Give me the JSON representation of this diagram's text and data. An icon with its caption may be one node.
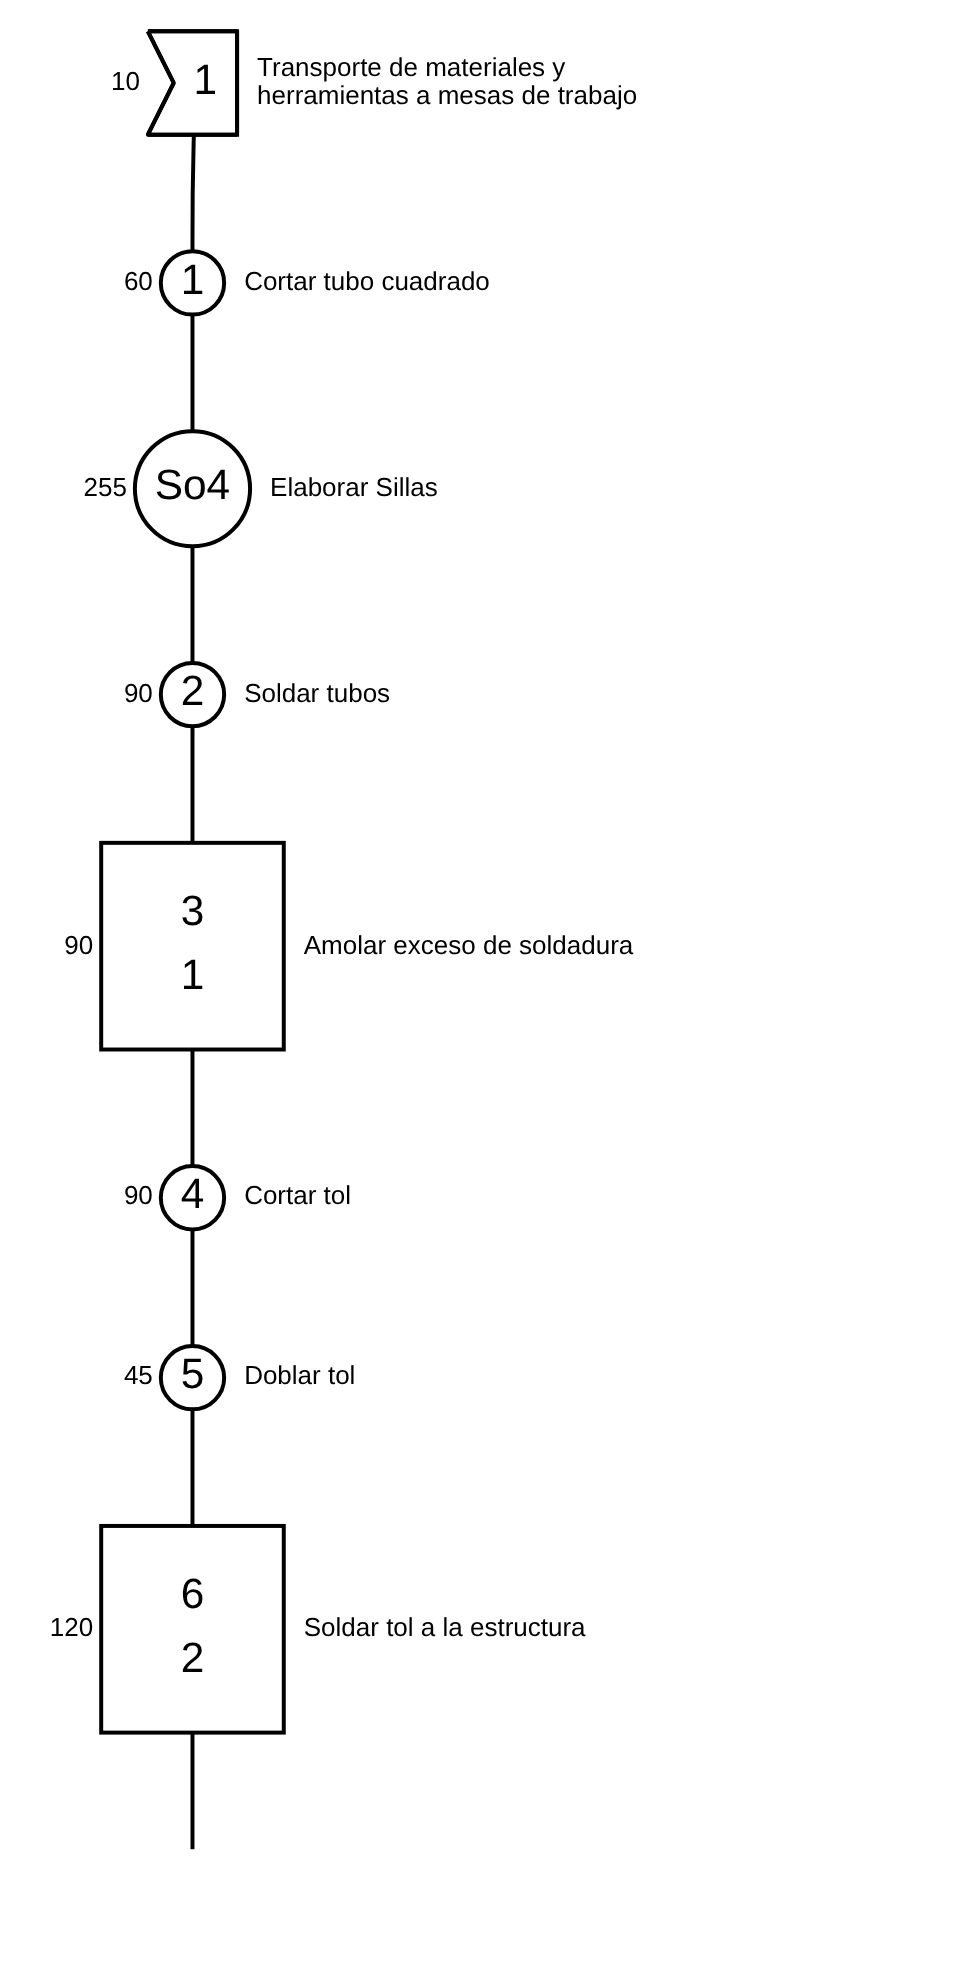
{
  "diagram": {
    "nodes": [
      {
        "text": [
          "1"
        ],
        "beside": [
          "10",
          "Transporte de materiales y herramientas a mesas de trabajo"
        ]
      },
      {
        "text": [
          "1"
        ],
        "beside": [
          "60",
          "Cortar tubo cuadrado"
        ]
      },
      {
        "text": [
          "So4"
        ],
        "beside": [
          "255",
          "Elaborar Sillas"
        ]
      },
      {
        "text": [
          "2"
        ],
        "beside": [
          "90",
          "Soldar tubos"
        ]
      },
      {
        "text": [
          "3",
          "1"
        ],
        "beside": [
          "90",
          "Amolar exceso de soldadura"
        ]
      },
      {
        "text": [
          "4"
        ],
        "beside": [
          "90",
          "Cortar tol"
        ]
      },
      {
        "text": [
          "5"
        ],
        "beside": [
          "45",
          "Doblar tol"
        ]
      },
      {
        "text": [
          "6",
          "2"
        ],
        "beside": [
          "120",
          "Soldar tol a la estructura"
        ]
      }
    ],
    "edges": [
      {
        "from": 0,
        "to": 1,
        "arrow": "none"
      },
      {
        "from": 1,
        "to": 2,
        "arrow": "none"
      },
      {
        "from": 2,
        "to": 3,
        "arrow": "none"
      },
      {
        "from": 3,
        "to": 4,
        "arrow": "none"
      },
      {
        "from": 4,
        "to": 5,
        "arrow": "none"
      },
      {
        "from": 5,
        "to": 6,
        "arrow": "none"
      },
      {
        "from": 6,
        "to": 7,
        "arrow": "none"
      },
      {
        "from": 7,
        "to": null,
        "arrow": "none"
      }
    ]
  }
}
